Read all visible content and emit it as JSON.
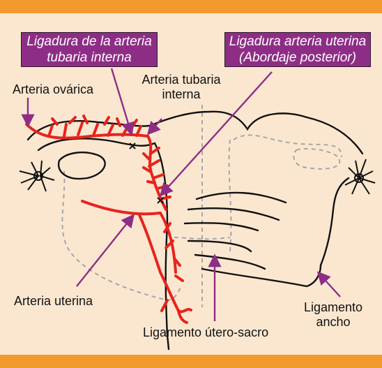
{
  "colors": {
    "background": "#fbe7d0",
    "band": "#f39a2e",
    "callout": "#8e2d86",
    "arrow": "#8e2d86",
    "artery": "#e8231d",
    "outline": "#111111",
    "ligament_dashed": "#a6a6a6"
  },
  "callouts": {
    "tubaria_interna": {
      "line1": "Ligadura de la arteria",
      "line2": "tubaria interna"
    },
    "uterina_posterior": {
      "line1": "Ligadura arteria uterina",
      "line2": "(Abordaje posterior)"
    }
  },
  "labels": {
    "arteria_ovarica": "Arteria ovárica",
    "arteria_tubaria_interna": {
      "line1": "Arteria tubaria",
      "line2": "interna"
    },
    "arteria_uterina": "Arteria uterina",
    "ligamento_utero_sacro": "Ligamento útero-sacro",
    "ligamento_ancho": {
      "line1": "Ligamento",
      "line2": "ancho"
    }
  }
}
